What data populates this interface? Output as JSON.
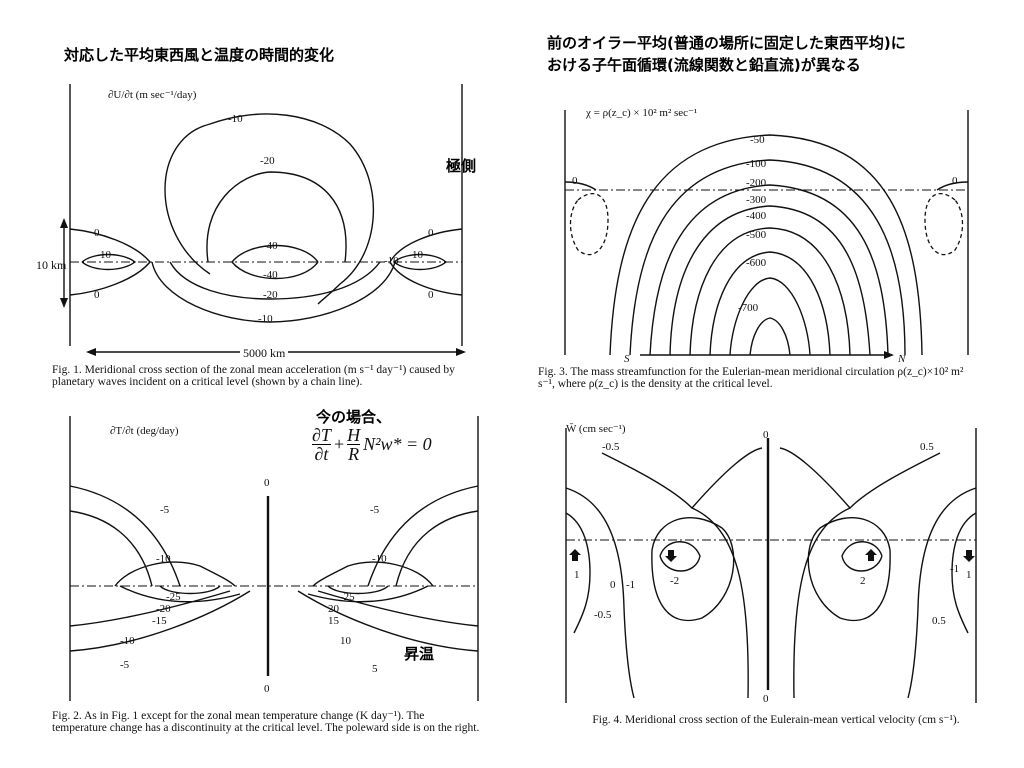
{
  "slide": {
    "heading_left": "対応した平均東西風と温度の時間的変化",
    "heading_right_line1": "前のオイラー平均(普通の場所に固定した東西平均)に",
    "heading_right_line2": "おける子午面循環(流線関数と鉛直流)が異なる",
    "note_polar": "極側",
    "note_current_case": "今の場合、",
    "note_warming": "昇温"
  },
  "equation": {
    "dT": "∂T",
    "dt": "∂t",
    "plus": "+",
    "H": "H",
    "R": "R",
    "tail": "N²w* = 0"
  },
  "fig1": {
    "ylabel": "∂U/∂t (m sec⁻¹/day)",
    "y_marker": "10 km",
    "x_marker": "5000 km",
    "contours": [
      "-10",
      "-20",
      "-40",
      "-40",
      "-20",
      "-10",
      "-10",
      "0",
      "0",
      "0",
      "0",
      "10",
      "10"
    ],
    "caption": "Fig. 1. Meridional cross section of the zonal mean acceleration (m s⁻¹ day⁻¹) caused by planetary waves incident on a critical level (shown by a chain line)."
  },
  "fig2": {
    "ylabel": "∂T/∂t (deg/day)",
    "contours": [
      "0",
      "0",
      "-5",
      "-5",
      "-10",
      "-10",
      "-25",
      "-20",
      "-15",
      "-25",
      "20",
      "15",
      "-10",
      "10",
      "-5",
      "5"
    ],
    "caption": "Fig. 2. As in Fig. 1 except for the zonal mean temperature change (K day⁻¹). The temperature change has a discontinuity at the critical level. The poleward side is on the right."
  },
  "fig3": {
    "ylabel": "χ = ρ(z_c) × 10² m² sec⁻¹",
    "contours": [
      "-50",
      "-100",
      "-200",
      "-300",
      "-400",
      "-500",
      "-600",
      "-700",
      "0",
      "0"
    ],
    "x_left": "S",
    "x_right": "N",
    "caption": "Fig. 3. The mass streamfunction for the Eulerian-mean meridional circulation ρ(z_c)×10² m² s⁻¹, where ρ(z_c) is the density at the critical level."
  },
  "fig4": {
    "ylabel": "W̄ (cm sec⁻¹)",
    "contours": [
      "-0.5",
      "0.5",
      "0",
      "-2",
      "2",
      "0",
      "-1",
      "-0.5",
      "0.5",
      "-1",
      "1",
      "1",
      "0"
    ],
    "caption": "Fig. 4. Meridional cross section of the Eulerain-mean vertical velocity (cm s⁻¹)."
  }
}
